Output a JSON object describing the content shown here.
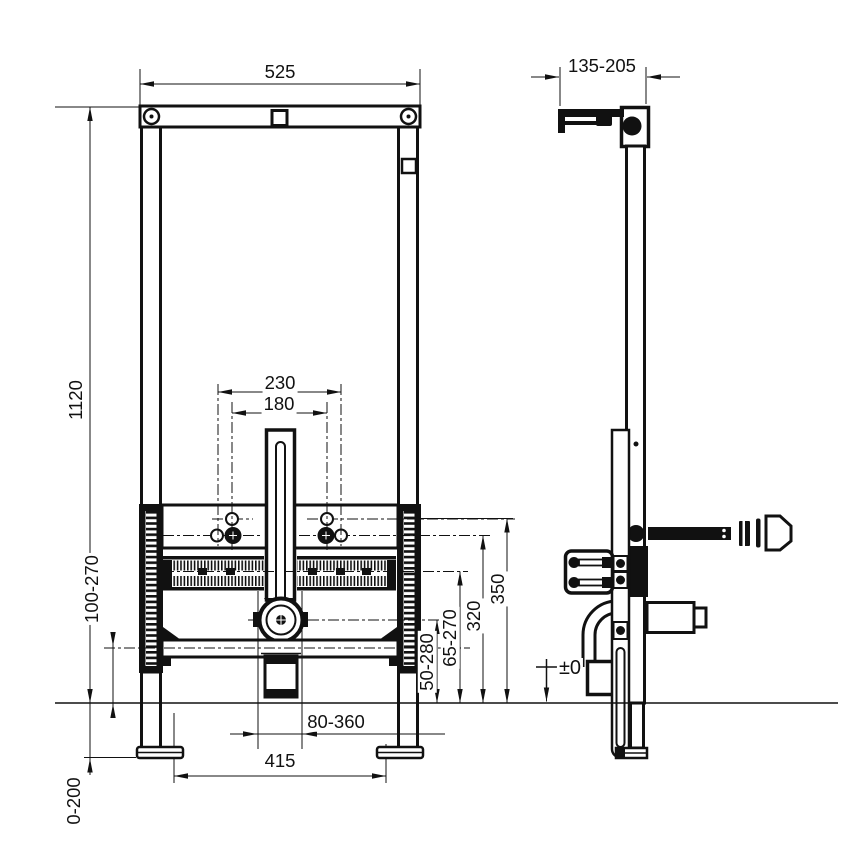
{
  "page": {
    "background": "#ffffff",
    "ink": "#111111"
  },
  "drawing": {
    "type": "technical-installation-drawing",
    "views": {
      "front": "front-view",
      "side": "side-view"
    },
    "dimensions": {
      "front_width": "525",
      "front_height": "1120",
      "stud_spacing_outer": "230",
      "stud_spacing_inner": "180",
      "lower_rail_height": "100-270",
      "drain_centre_height": "50-280",
      "connection_height": "65-270",
      "stud_row_lower_height": "320",
      "stud_row_upper_height": "350",
      "drain_offset": "80-360",
      "foot_spacing": "415",
      "leg_adjustment": "0-200",
      "side_depth": "135-205",
      "floor_level": "±0"
    }
  }
}
